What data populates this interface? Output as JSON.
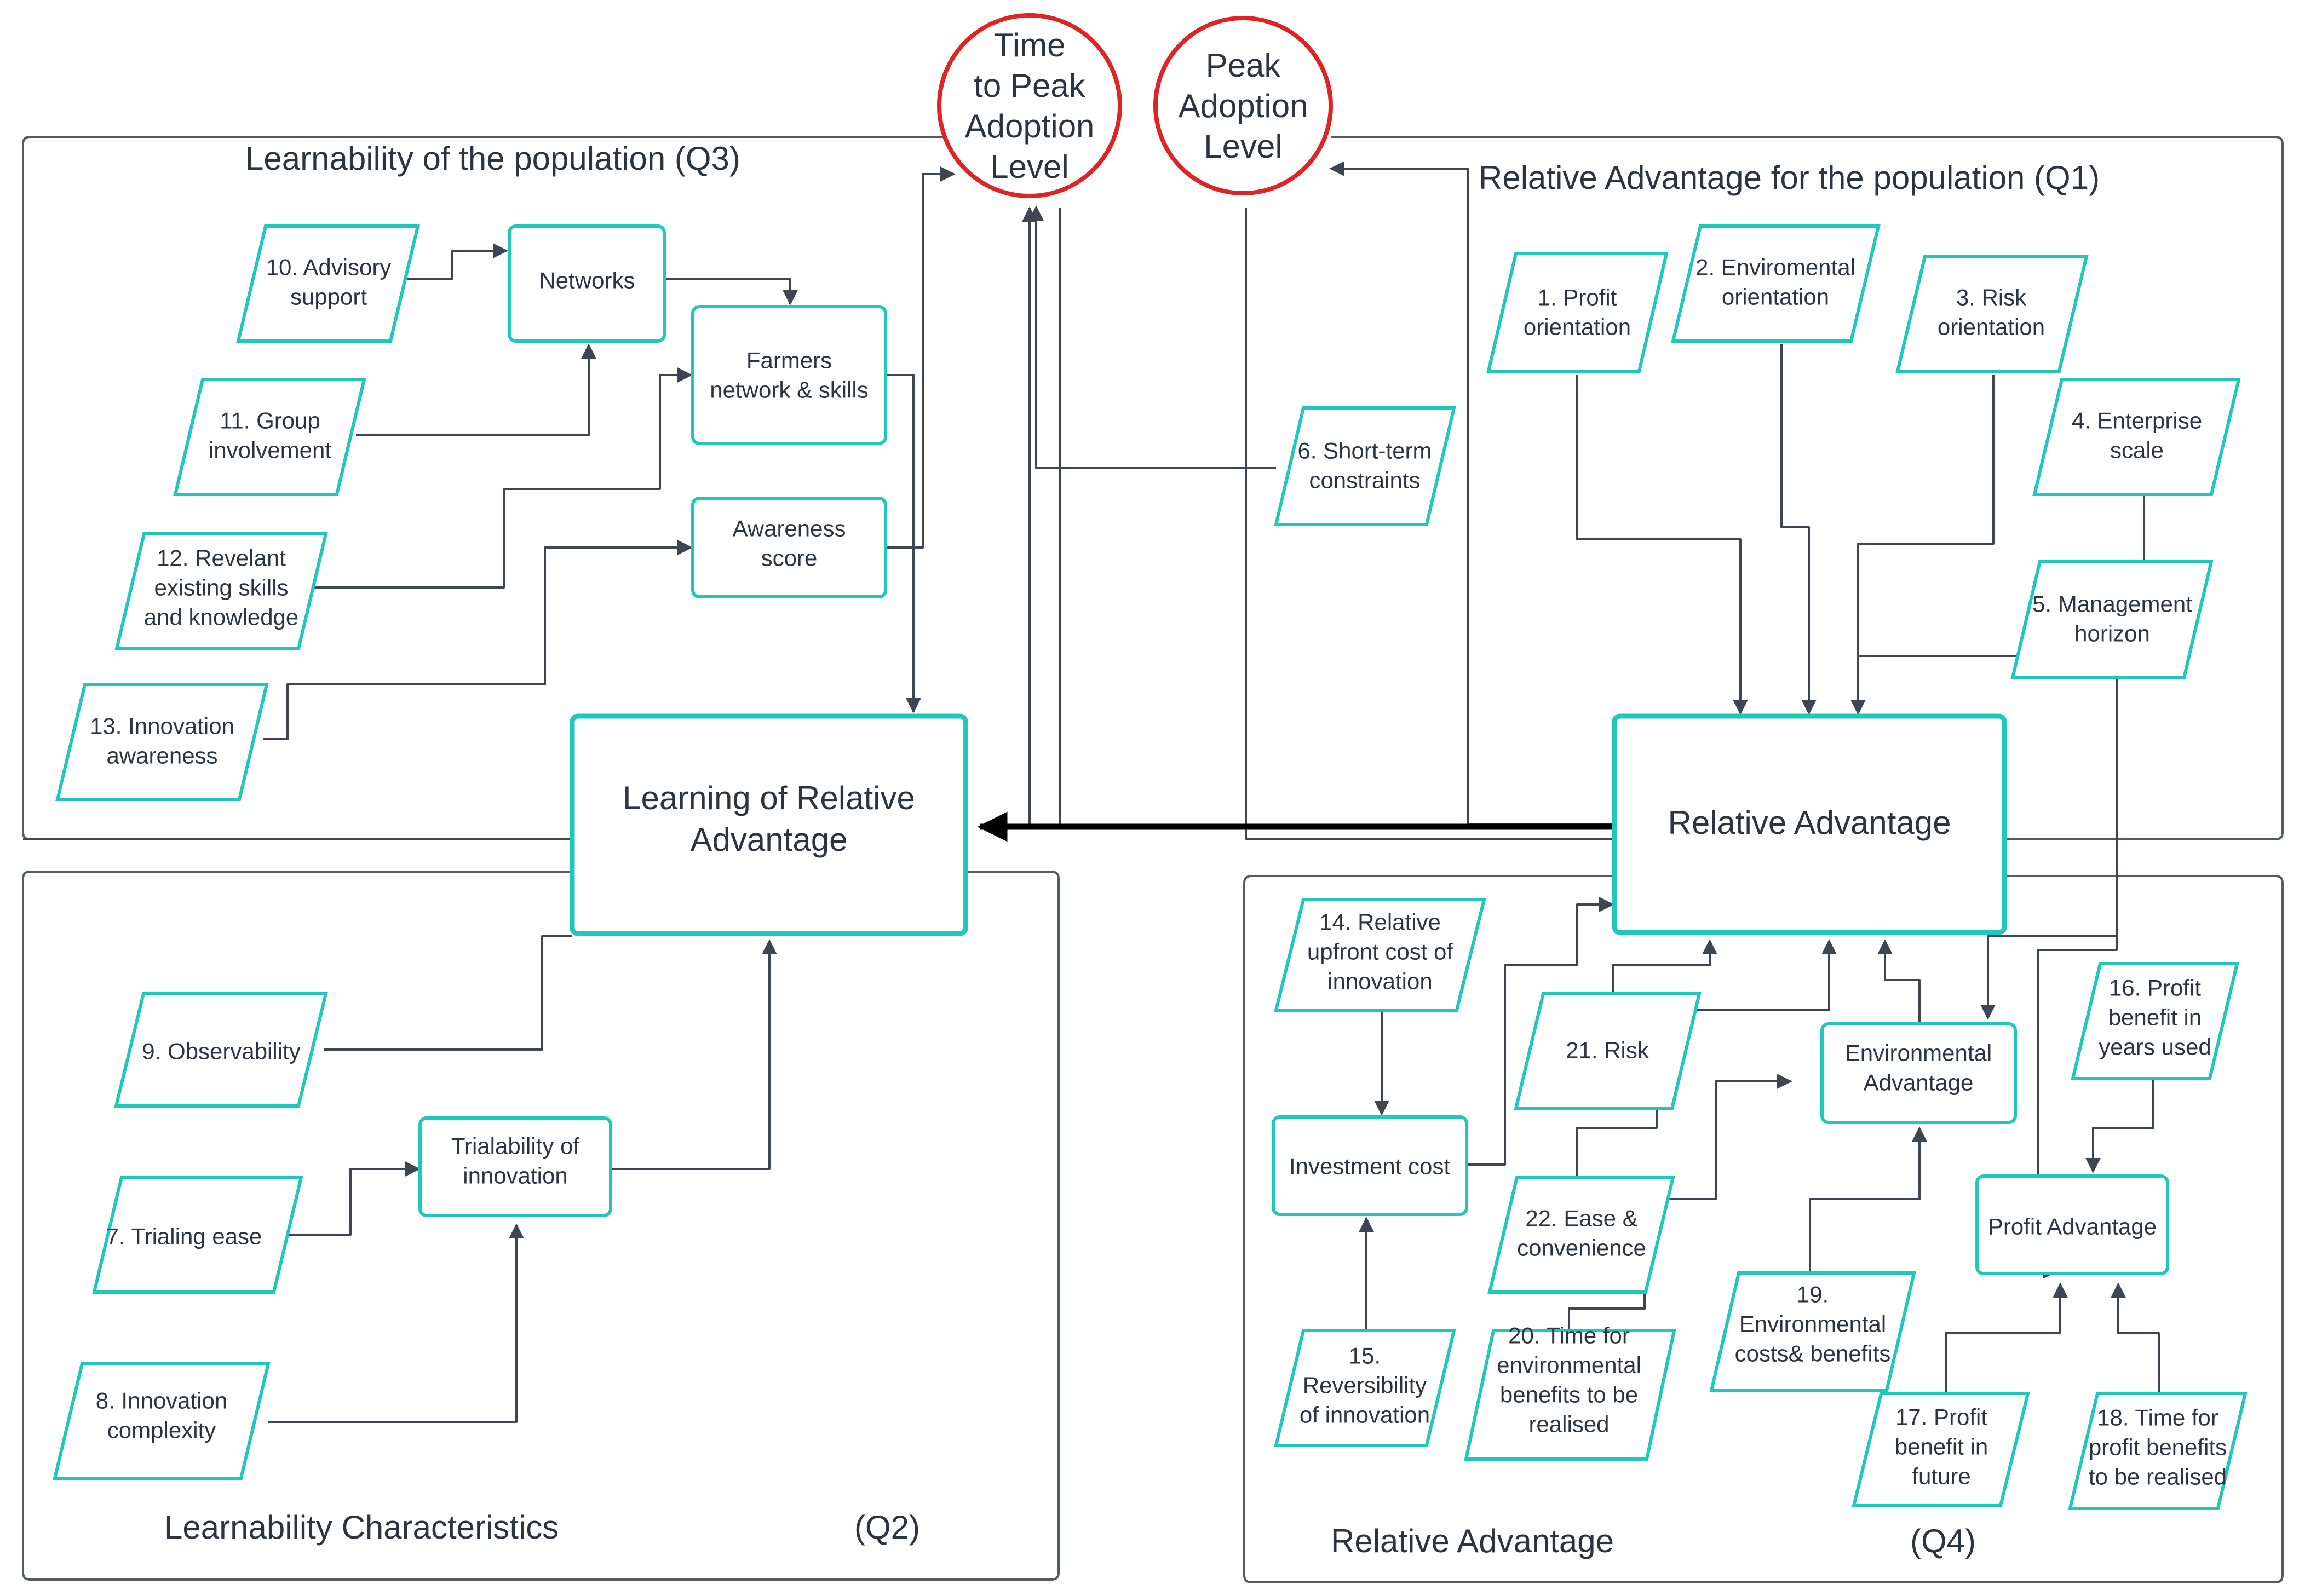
{
  "colors": {
    "node_border": "#1fc8bc",
    "circle_border": "#e02424",
    "connector": "#3d4652",
    "frame": "#555b63"
  },
  "quadrants": {
    "q3": "Learnability of the population (Q3)",
    "q1": "Relative  Advantage  for the population (Q1)",
    "q2_title": "Learnability Characteristics",
    "q2_code": "(Q2)",
    "q4_title": "Relative Advantage",
    "q4_code": "(Q4)"
  },
  "outcomes": {
    "time_to_peak": [
      "Time",
      "to Peak",
      "Adoption",
      "Level"
    ],
    "peak_level": [
      "Peak",
      "Adoption",
      "Level"
    ]
  },
  "central": {
    "learning": [
      "Learning of Relative",
      "Advantage"
    ],
    "relative": [
      "Relative Advantage"
    ]
  },
  "boxes": {
    "networks": [
      "Networks"
    ],
    "farmers": [
      "Farmers",
      "network & skills"
    ],
    "awareness": [
      "Awareness",
      "score"
    ],
    "trialability": [
      "Trialability of",
      "innovation"
    ],
    "investment": [
      "Investment cost"
    ],
    "env_adv": [
      "Environmental",
      "Advantage"
    ],
    "profit_adv": [
      "Profit Advantage"
    ]
  },
  "factors": {
    "f1": [
      "1. Profit",
      "orientation"
    ],
    "f2": [
      "2. Enviromental",
      "orientation"
    ],
    "f3": [
      "3. Risk",
      "orientation"
    ],
    "f4": [
      "4. Enterprise",
      "scale"
    ],
    "f5": [
      "5. Management",
      "horizon"
    ],
    "f6": [
      "6. Short-term",
      "constraints"
    ],
    "f7": [
      "7. Trialing ease"
    ],
    "f8": [
      "8. Innovation",
      "complexity"
    ],
    "f9": [
      "9. Observability"
    ],
    "f10": [
      "10. Advisory",
      "support"
    ],
    "f11": [
      "11. Group",
      "involvement"
    ],
    "f12": [
      "12. Revelant",
      "existing skills",
      "and knowledge"
    ],
    "f13": [
      "13. Innovation",
      "awareness"
    ],
    "f14": [
      "14. Relative",
      "upfront cost of",
      "innovation"
    ],
    "f15": [
      "15.",
      "Reversibility",
      "of innovation"
    ],
    "f16": [
      "16. Profit",
      "benefit in",
      "years used"
    ],
    "f17": [
      "17. Profit",
      "benefit in",
      "future"
    ],
    "f18": [
      "18. Time for",
      "profit benefits",
      "to be realised"
    ],
    "f19": [
      "19.",
      "Environmental",
      "costs& benefits"
    ],
    "f20": [
      "20. Time for",
      "environmental",
      "benefits to be",
      "realised"
    ],
    "f21": [
      "21. Risk"
    ],
    "f22": [
      "22. Ease &",
      "convenience"
    ]
  }
}
